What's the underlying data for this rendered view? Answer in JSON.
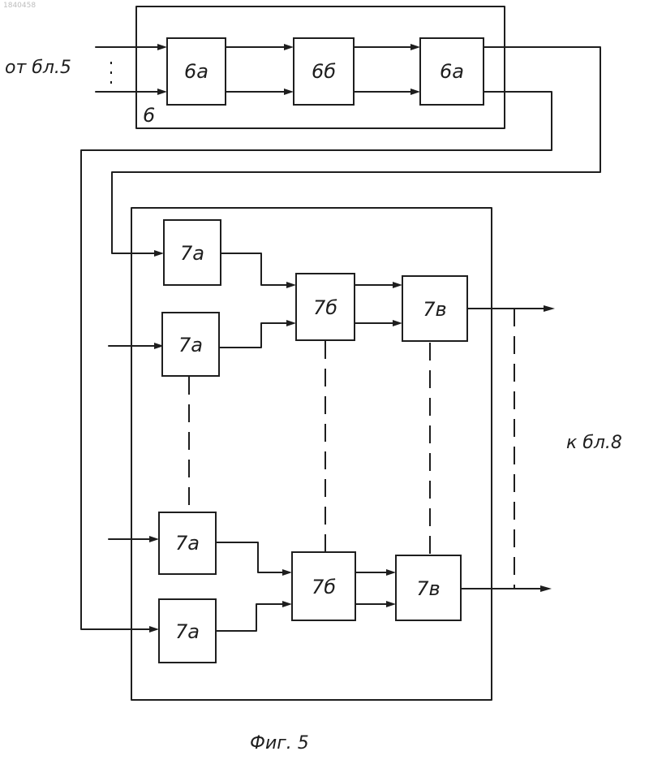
{
  "document_id": "1840458",
  "input_label": "от бл.5",
  "output_label": "к бл.8",
  "caption": "Фиг. 5",
  "group_upper_label": "6",
  "blocks": {
    "b6a_left": "6а",
    "b6b": "6б",
    "b6a_right": "6а",
    "b7a_1": "7а",
    "b7a_2": "7а",
    "b7a_3": "7а",
    "b7a_4": "7а",
    "b7b_top": "7б",
    "b7v_top": "7в",
    "b7b_bottom": "7б",
    "b7v_bottom": "7в"
  }
}
